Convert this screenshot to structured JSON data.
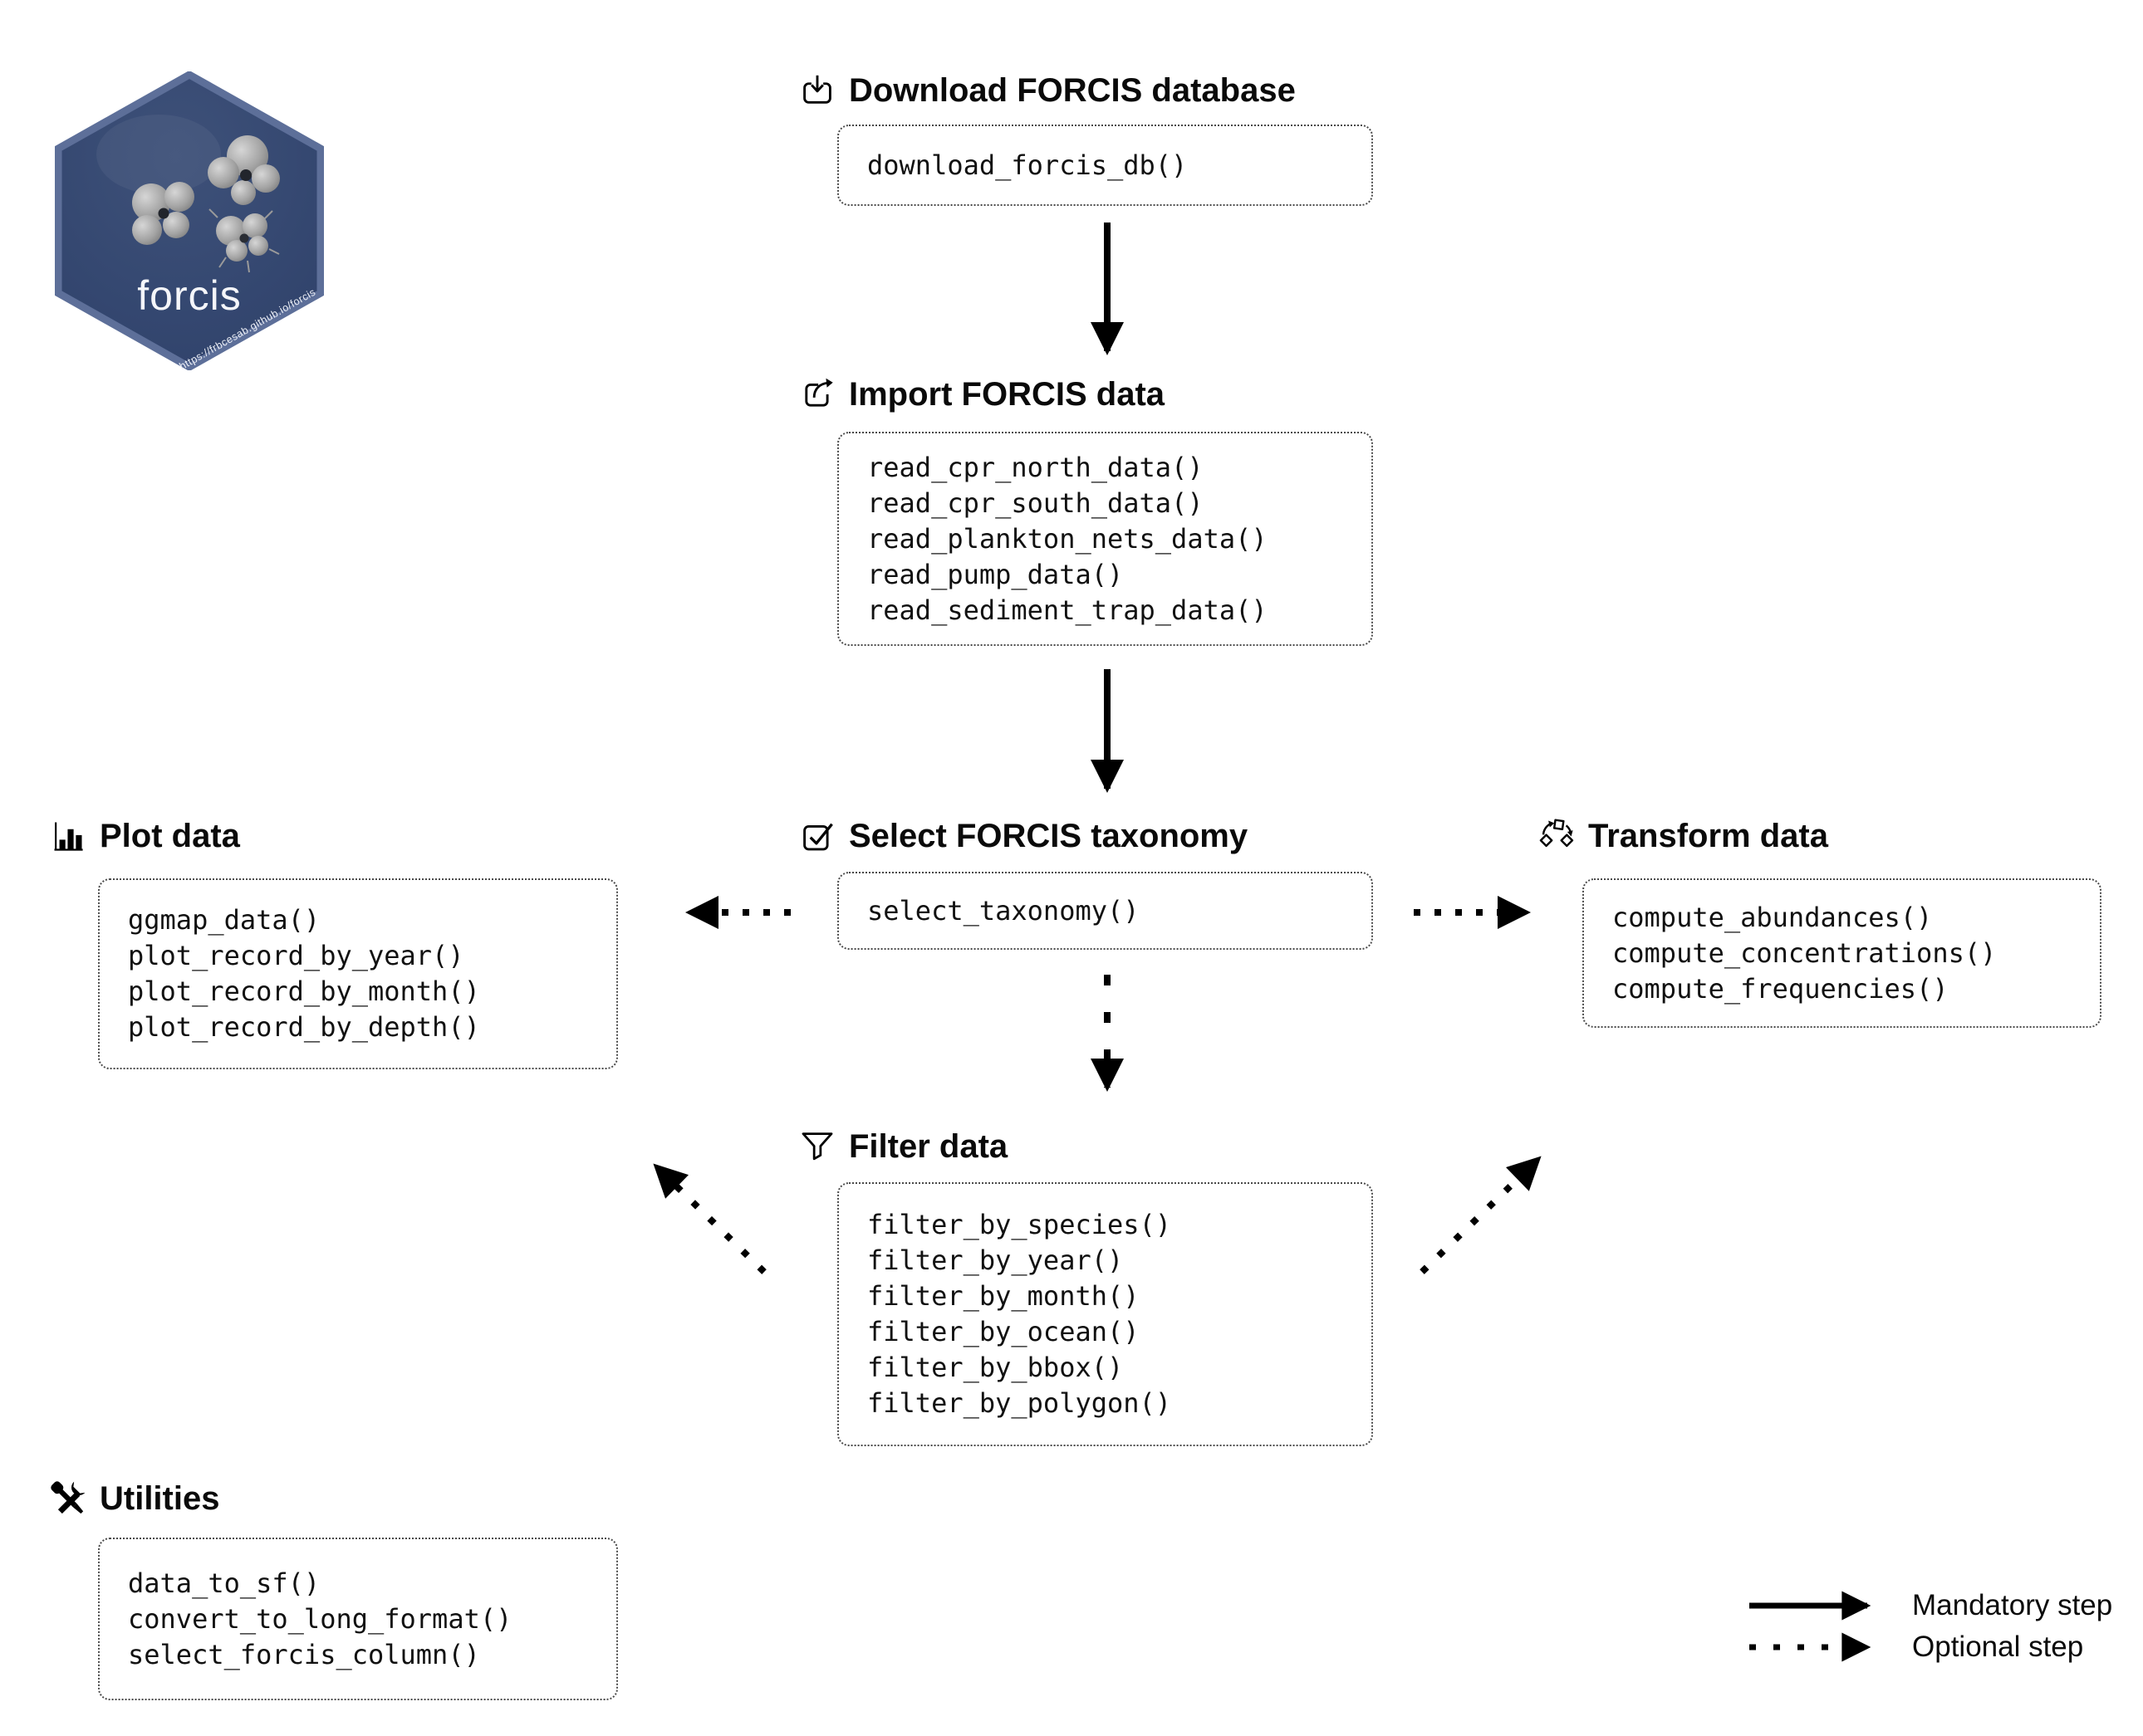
{
  "logo": {
    "name": "forcis",
    "url": "https://frbcesab.github.io/forcis",
    "hex_fill": "#33466e",
    "hex_border": "#5d6f99",
    "text_color": "#f5f6fa"
  },
  "sections": {
    "download": {
      "title": "Download FORCIS database",
      "icon": "download-tray-icon",
      "functions": [
        "download_forcis_db()"
      ]
    },
    "import": {
      "title": "Import FORCIS data",
      "icon": "box-arrow-out-icon",
      "functions": [
        "read_cpr_north_data()",
        "read_cpr_south_data()",
        "read_plankton_nets_data()",
        "read_pump_data()",
        "read_sediment_trap_data()"
      ]
    },
    "taxonomy": {
      "title": "Select FORCIS taxonomy",
      "icon": "checkbox-icon",
      "functions": [
        "select_taxonomy()"
      ]
    },
    "plot": {
      "title": "Plot data",
      "icon": "bar-chart-icon",
      "functions": [
        "ggmap_data()",
        "plot_record_by_year()",
        "plot_record_by_month()",
        "plot_record_by_depth()"
      ]
    },
    "transform": {
      "title": "Transform data",
      "icon": "cycle-squares-icon",
      "functions": [
        "compute_abundances()",
        "compute_concentrations()",
        "compute_frequencies()"
      ]
    },
    "filter": {
      "title": "Filter data",
      "icon": "funnel-icon",
      "functions": [
        "filter_by_species()",
        "filter_by_year()",
        "filter_by_month()",
        "filter_by_ocean()",
        "filter_by_bbox()",
        "filter_by_polygon()"
      ]
    },
    "utilities": {
      "title": "Utilities",
      "icon": "crossed-tools-icon",
      "functions": [
        "data_to_sf()",
        "convert_to_long_format()",
        "select_forcis_column()"
      ]
    }
  },
  "legend": {
    "mandatory_label": "Mandatory step",
    "optional_label": "Optional step"
  },
  "colors": {
    "arrow": "#000000",
    "box_border": "#4a4a4a",
    "background": "#ffffff"
  }
}
